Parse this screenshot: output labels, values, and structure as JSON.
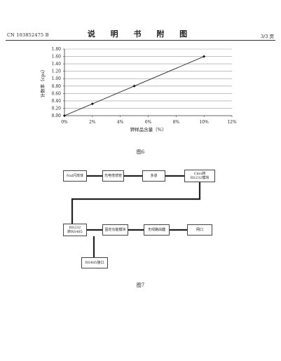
{
  "header": {
    "doc_number": "CN 103852475 B",
    "title": "说 明 书 附 图",
    "page": "3/3 页"
  },
  "figure6": {
    "label": "图6"
  },
  "figure7": {
    "label": "图7",
    "blocks": [
      {
        "id": "b1",
        "label": "NaI闪烁体"
      },
      {
        "id": "b2",
        "label": "光电倍增管"
      },
      {
        "id": "b3",
        "label": "多道"
      },
      {
        "id": "b4",
        "label": "Cmu转\nRS232模块"
      },
      {
        "id": "b5",
        "label": "RS232\n转RS485"
      },
      {
        "id": "b6",
        "label": "固定功能模块"
      },
      {
        "id": "b7",
        "label": "无线路由器"
      },
      {
        "id": "b8",
        "label": "网口"
      },
      {
        "id": "b9",
        "label": "RS485接口"
      }
    ]
  },
  "chart_data": {
    "type": "line",
    "x": [
      0,
      2,
      5,
      10
    ],
    "values": [
      0.0,
      0.32,
      0.8,
      1.6
    ],
    "markers": true,
    "xlabel": "钾样品含量（%）",
    "ylabel": "计数率（cps）",
    "xlim": [
      0,
      12
    ],
    "ylim": [
      0,
      1.8
    ],
    "xticks": [
      0,
      2,
      4,
      6,
      8,
      10,
      12
    ],
    "xtick_labels": [
      "0%",
      "2%",
      "4%",
      "6%",
      "8%",
      "10%",
      "12%"
    ],
    "yticks": [
      0,
      0.2,
      0.4,
      0.6,
      0.8,
      1.0,
      1.2,
      1.4,
      1.6,
      1.8
    ],
    "ytick_labels": [
      "0.00",
      "0.20",
      "0.40",
      "0.60",
      "0.80",
      "1.00",
      "1.20",
      "1.40",
      "1.60",
      "1.80"
    ],
    "grid": "horizontal",
    "line_color": "#222222"
  }
}
